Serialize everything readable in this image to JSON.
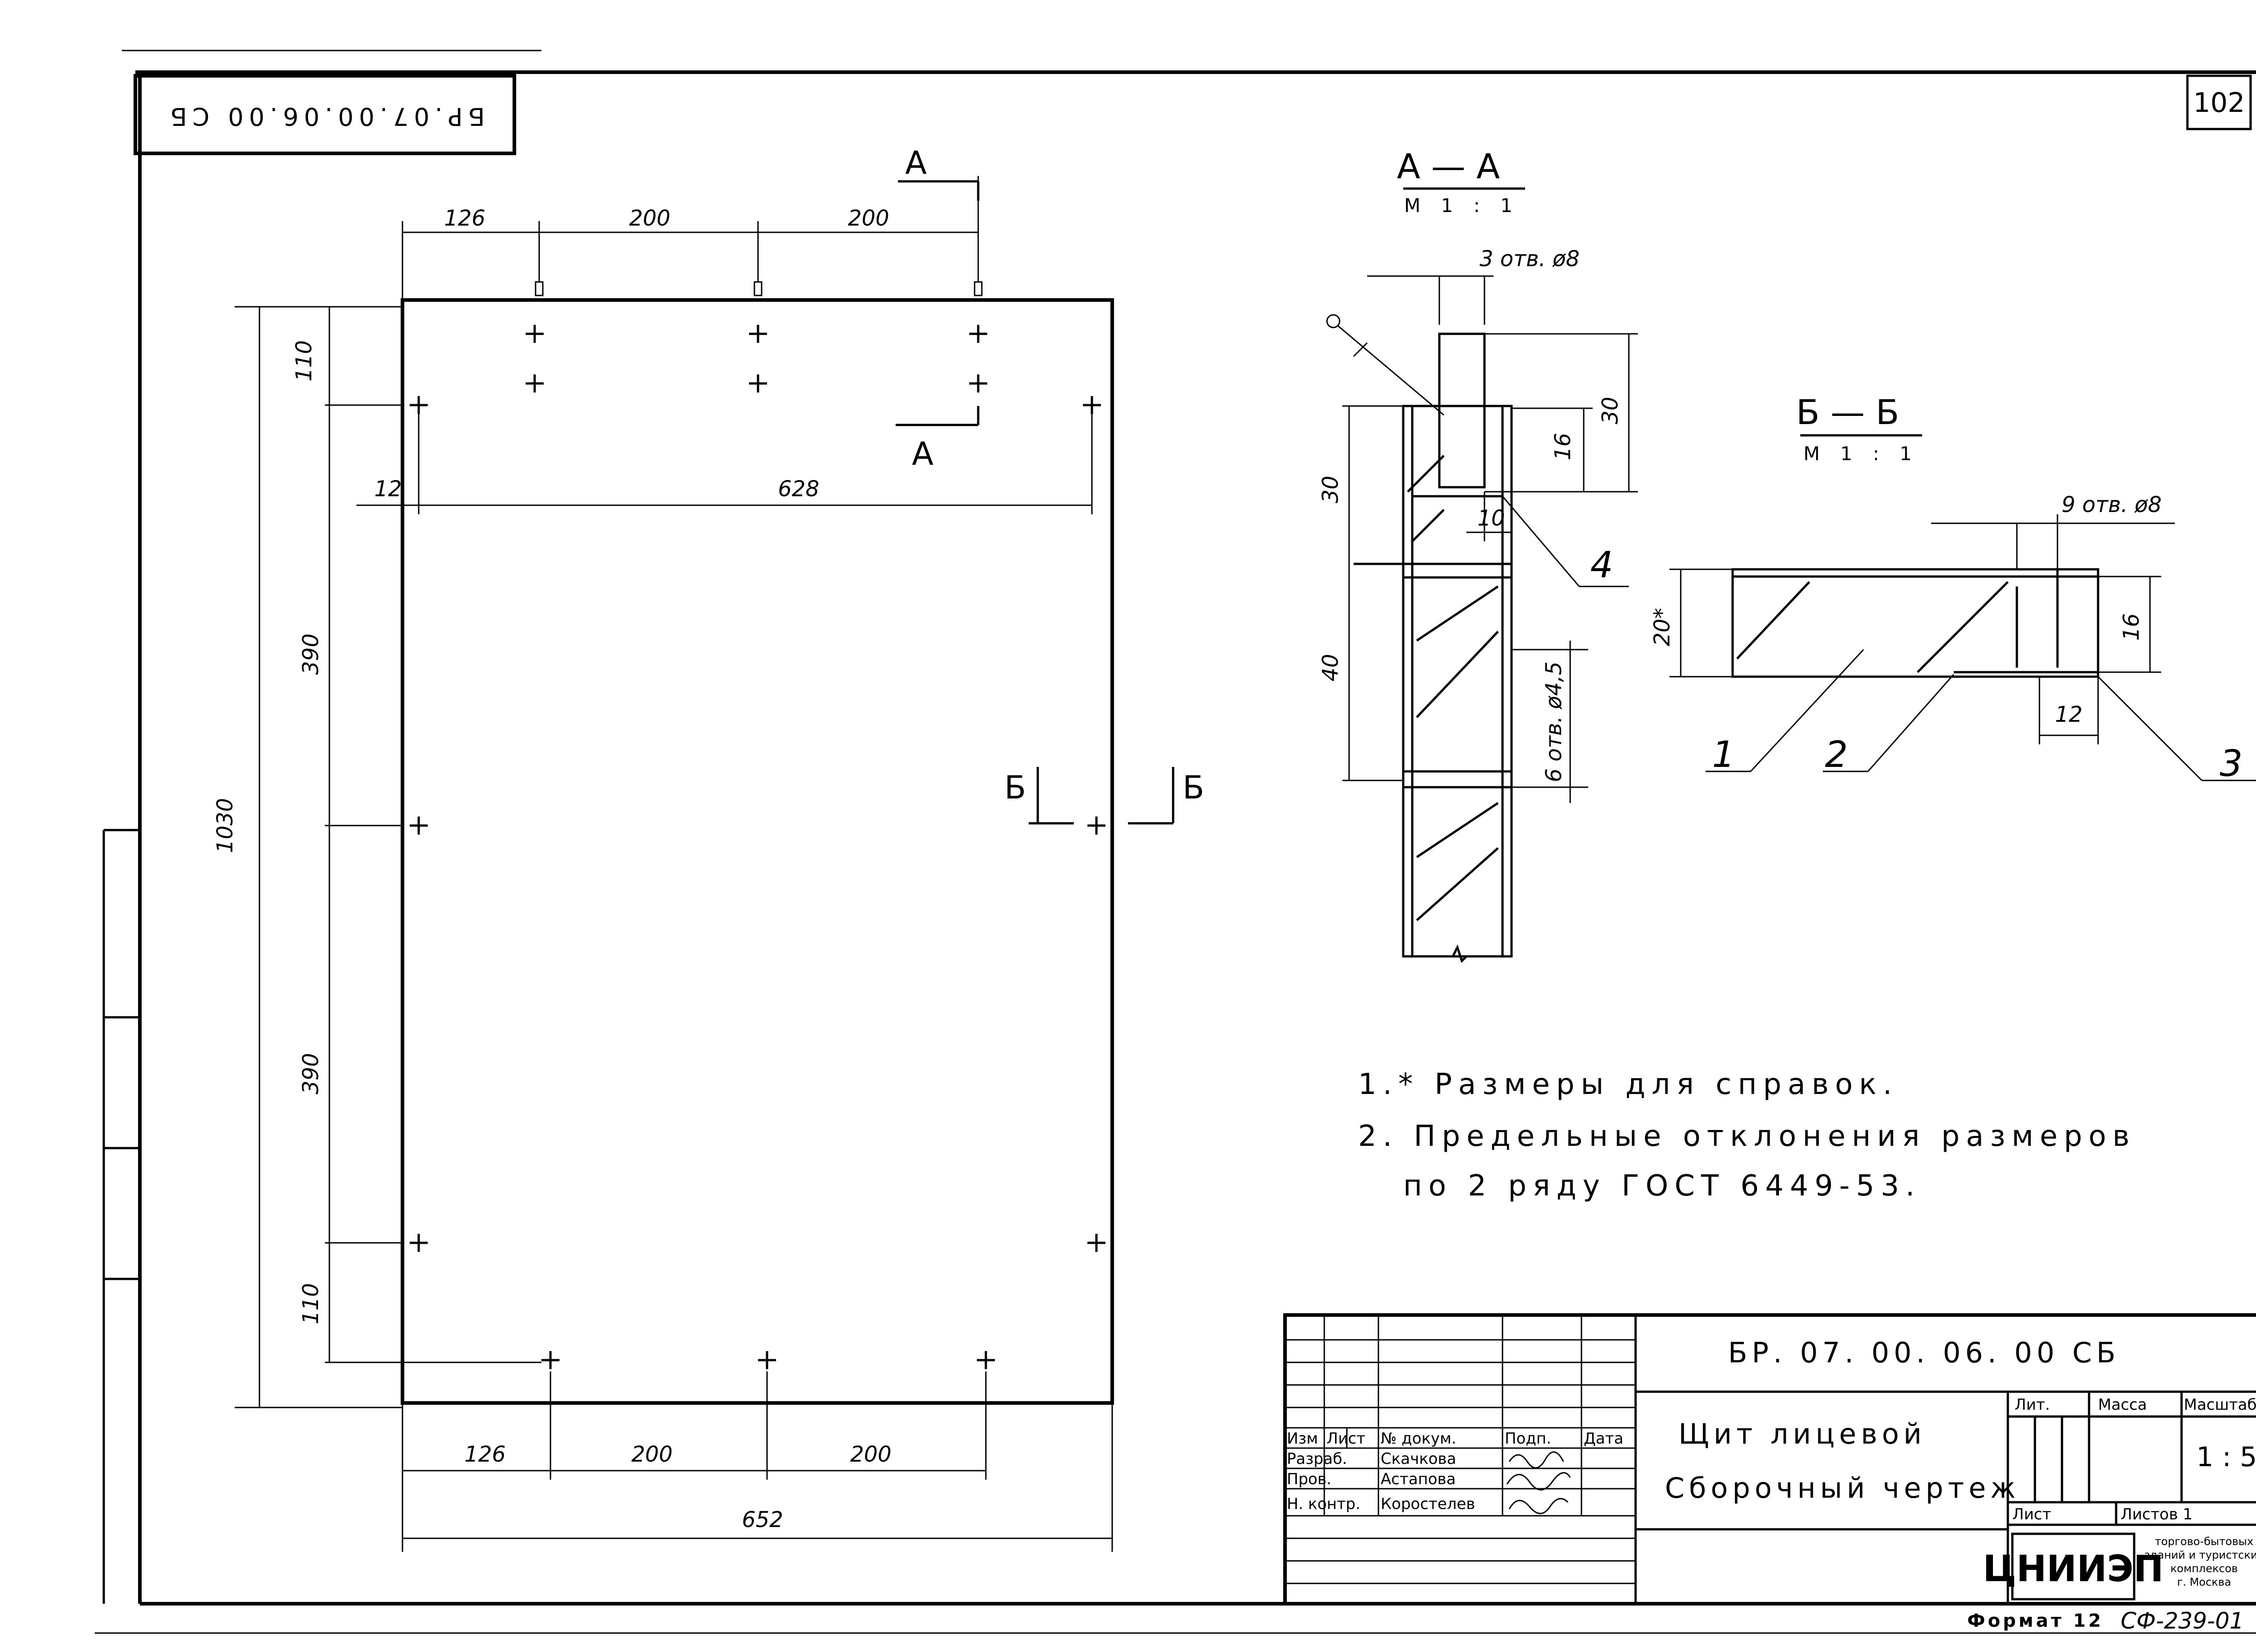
{
  "stamp": {
    "code_rotated": "БР.07.00.06.00 СБ"
  },
  "sheet_number": "102",
  "main_view": {
    "dims": {
      "top_126": "126",
      "top_200_a": "200",
      "top_200_b": "200",
      "v_110_top": "110",
      "v_390_a": "390",
      "v_390_b": "390",
      "v_110_bottom": "110",
      "overall_1030": "1030",
      "offset_12": "12",
      "inner_628": "628",
      "bot_126": "126",
      "bot_200_a": "200",
      "bot_200_b": "200",
      "overall_652": "652"
    },
    "cut_labels": {
      "a_top": "А",
      "a_bottom": "А",
      "b_left": "Б",
      "b_right": "Б"
    }
  },
  "section_aa": {
    "title": "А — А",
    "scale": "М 1 : 1",
    "holes": "3 отв. ø8",
    "dims": {
      "d30_top": "30",
      "d16": "16",
      "d30_left": "30",
      "d10": "10",
      "d40": "40",
      "holes_small": "6 отв. ø4,5"
    },
    "callout": "4"
  },
  "section_bb": {
    "title": "Б — Б",
    "scale": "М 1 : 1",
    "holes": "9 отв. ø8",
    "dims": {
      "d20": "20*",
      "d16": "16",
      "d12": "12"
    },
    "callouts": [
      "1",
      "2",
      "3"
    ]
  },
  "notes": {
    "n1": "1.* Размеры для справок.",
    "n2": "2. Предельные отклонения размеров",
    "n2b": "по 2 ряду ГОСТ 6449-53."
  },
  "title_block": {
    "code": "БР. 07. 00. 06. 00 СБ",
    "name_line1": "Щит лицевой",
    "name_line2": "Сборочный чертеж",
    "headers": {
      "izm": "Изм",
      "list": "Лист",
      "ndokum": "№ докум.",
      "podp": "Подп.",
      "data": "Дата"
    },
    "rows": [
      {
        "role": "Разраб.",
        "name": "Скачкова"
      },
      {
        "role": "Пров.",
        "name": "Астапова"
      },
      {
        "role": "Н. контр.",
        "name": "Коростелев"
      }
    ],
    "lit": "Лит.",
    "massa": "Масса",
    "masshtab": "Масштаб",
    "scale_value": "1 : 5",
    "list_label": "Лист",
    "listov_label": "Листов 1",
    "org_logo": "ЦНИИЭП",
    "org_name": [
      "торгово-бытовых",
      "зданий и туристских",
      "комплексов",
      "г. Москва"
    ]
  },
  "format": "Формат 12",
  "form_code": "СФ-239-01"
}
